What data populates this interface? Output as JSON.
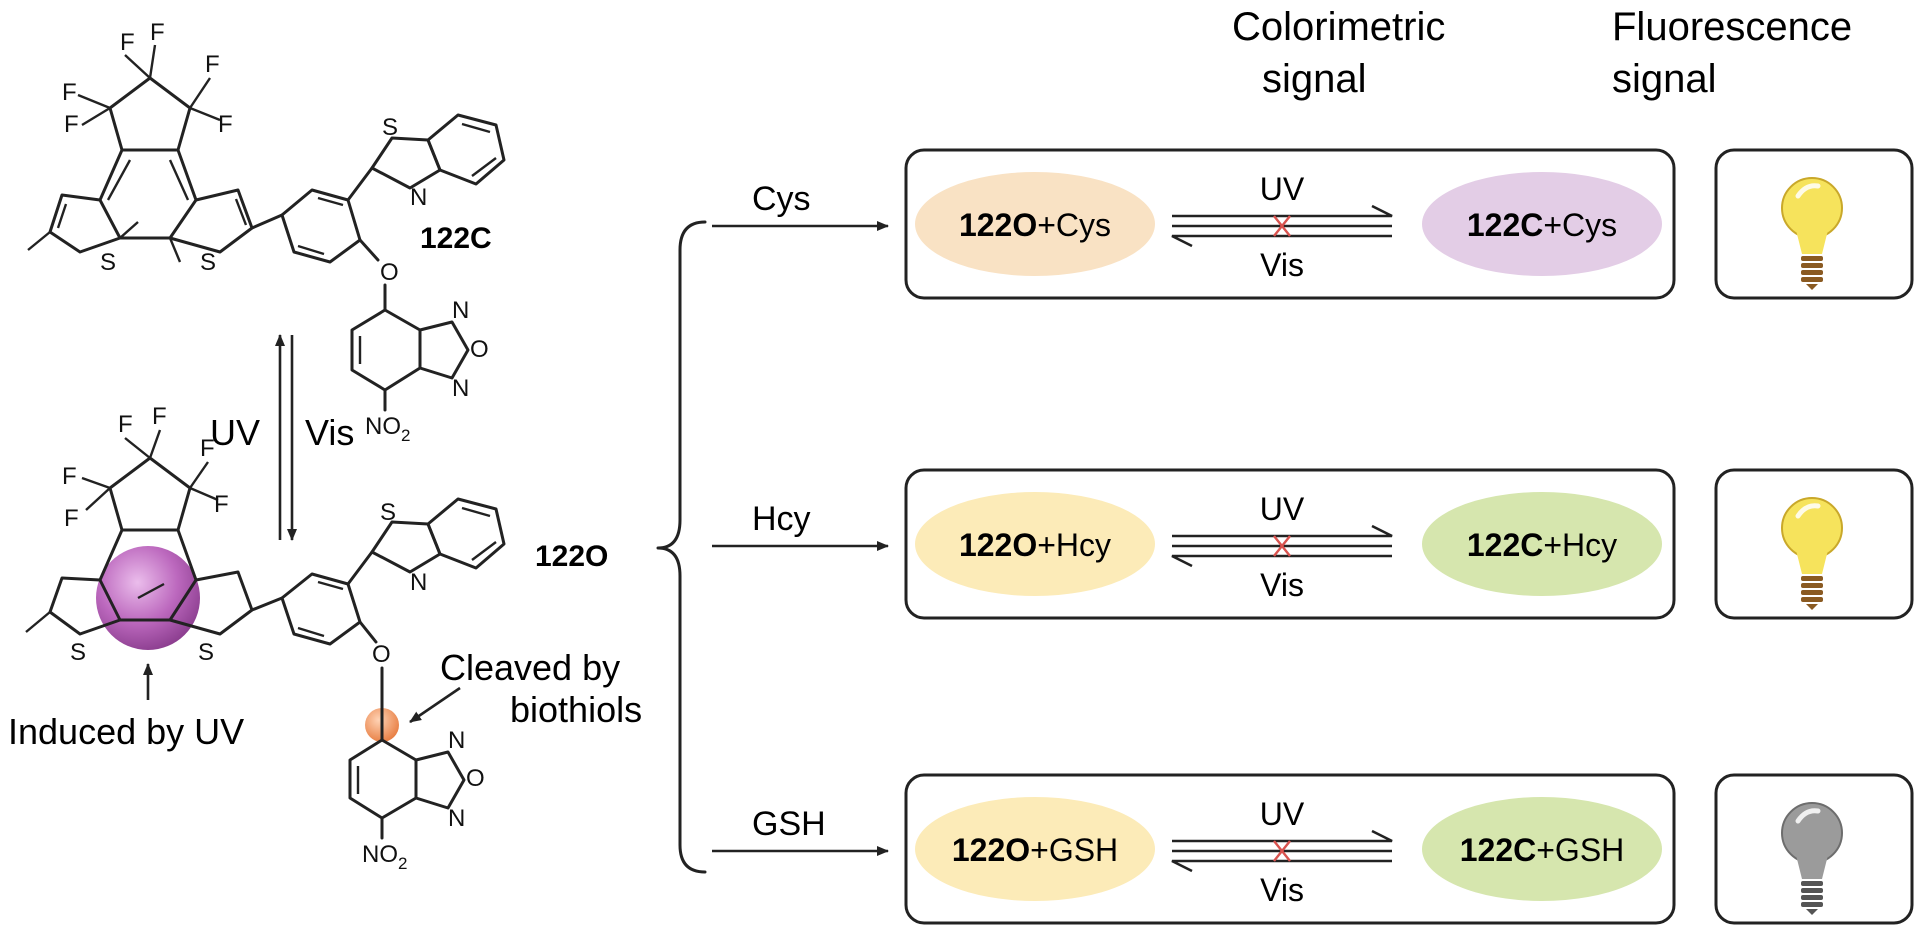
{
  "header": {
    "colorimetric_label": [
      "Colorimetric",
      "signal"
    ],
    "fluorescence_label": [
      "Fluorescence",
      "signal"
    ]
  },
  "molecules": {
    "closed_label": "122C",
    "open_label": "122O",
    "atom_F": "F",
    "atom_S": "S",
    "atom_N": "N",
    "atom_O": "O",
    "nitro_main": "NO",
    "nitro_sub": "2"
  },
  "photoswitch": {
    "uv_label": "UV",
    "vis_label": "Vis"
  },
  "annotations": {
    "induced": "Induced by UV",
    "cleaved": [
      "Cleaved by",
      "biothiols"
    ]
  },
  "reactions": [
    {
      "analyte": "Cys",
      "left_bold": "122O",
      "left_rest": "+Cys",
      "right_bold": "122C",
      "right_rest": "+Cys",
      "uv": "UV",
      "vis": "Vis",
      "left_color": "#f9e2c4",
      "right_color": "#e3cde6",
      "bulb": "on"
    },
    {
      "analyte": "Hcy",
      "left_bold": "122O",
      "left_rest": "+Hcy",
      "right_bold": "122C",
      "right_rest": "+Hcy",
      "uv": "UV",
      "vis": "Vis",
      "left_color": "#fcebb8",
      "right_color": "#d6e6ae",
      "bulb": "on"
    },
    {
      "analyte": "GSH",
      "left_bold": "122O",
      "left_rest": "+GSH",
      "right_bold": "122C",
      "right_rest": "+GSH",
      "uv": "UV",
      "vis": "Vis",
      "left_color": "#fcebb8",
      "right_color": "#d6e6ae",
      "bulb": "off"
    }
  ],
  "colors": {
    "highlight_purple": "#9b3f9e",
    "highlight_orange": "#ee8a54",
    "bulb_on": "#f6e35c",
    "bulb_off": "#9b9b9b",
    "bulb_base": "#8a5a22",
    "blocked_mark": "#d9534f"
  }
}
